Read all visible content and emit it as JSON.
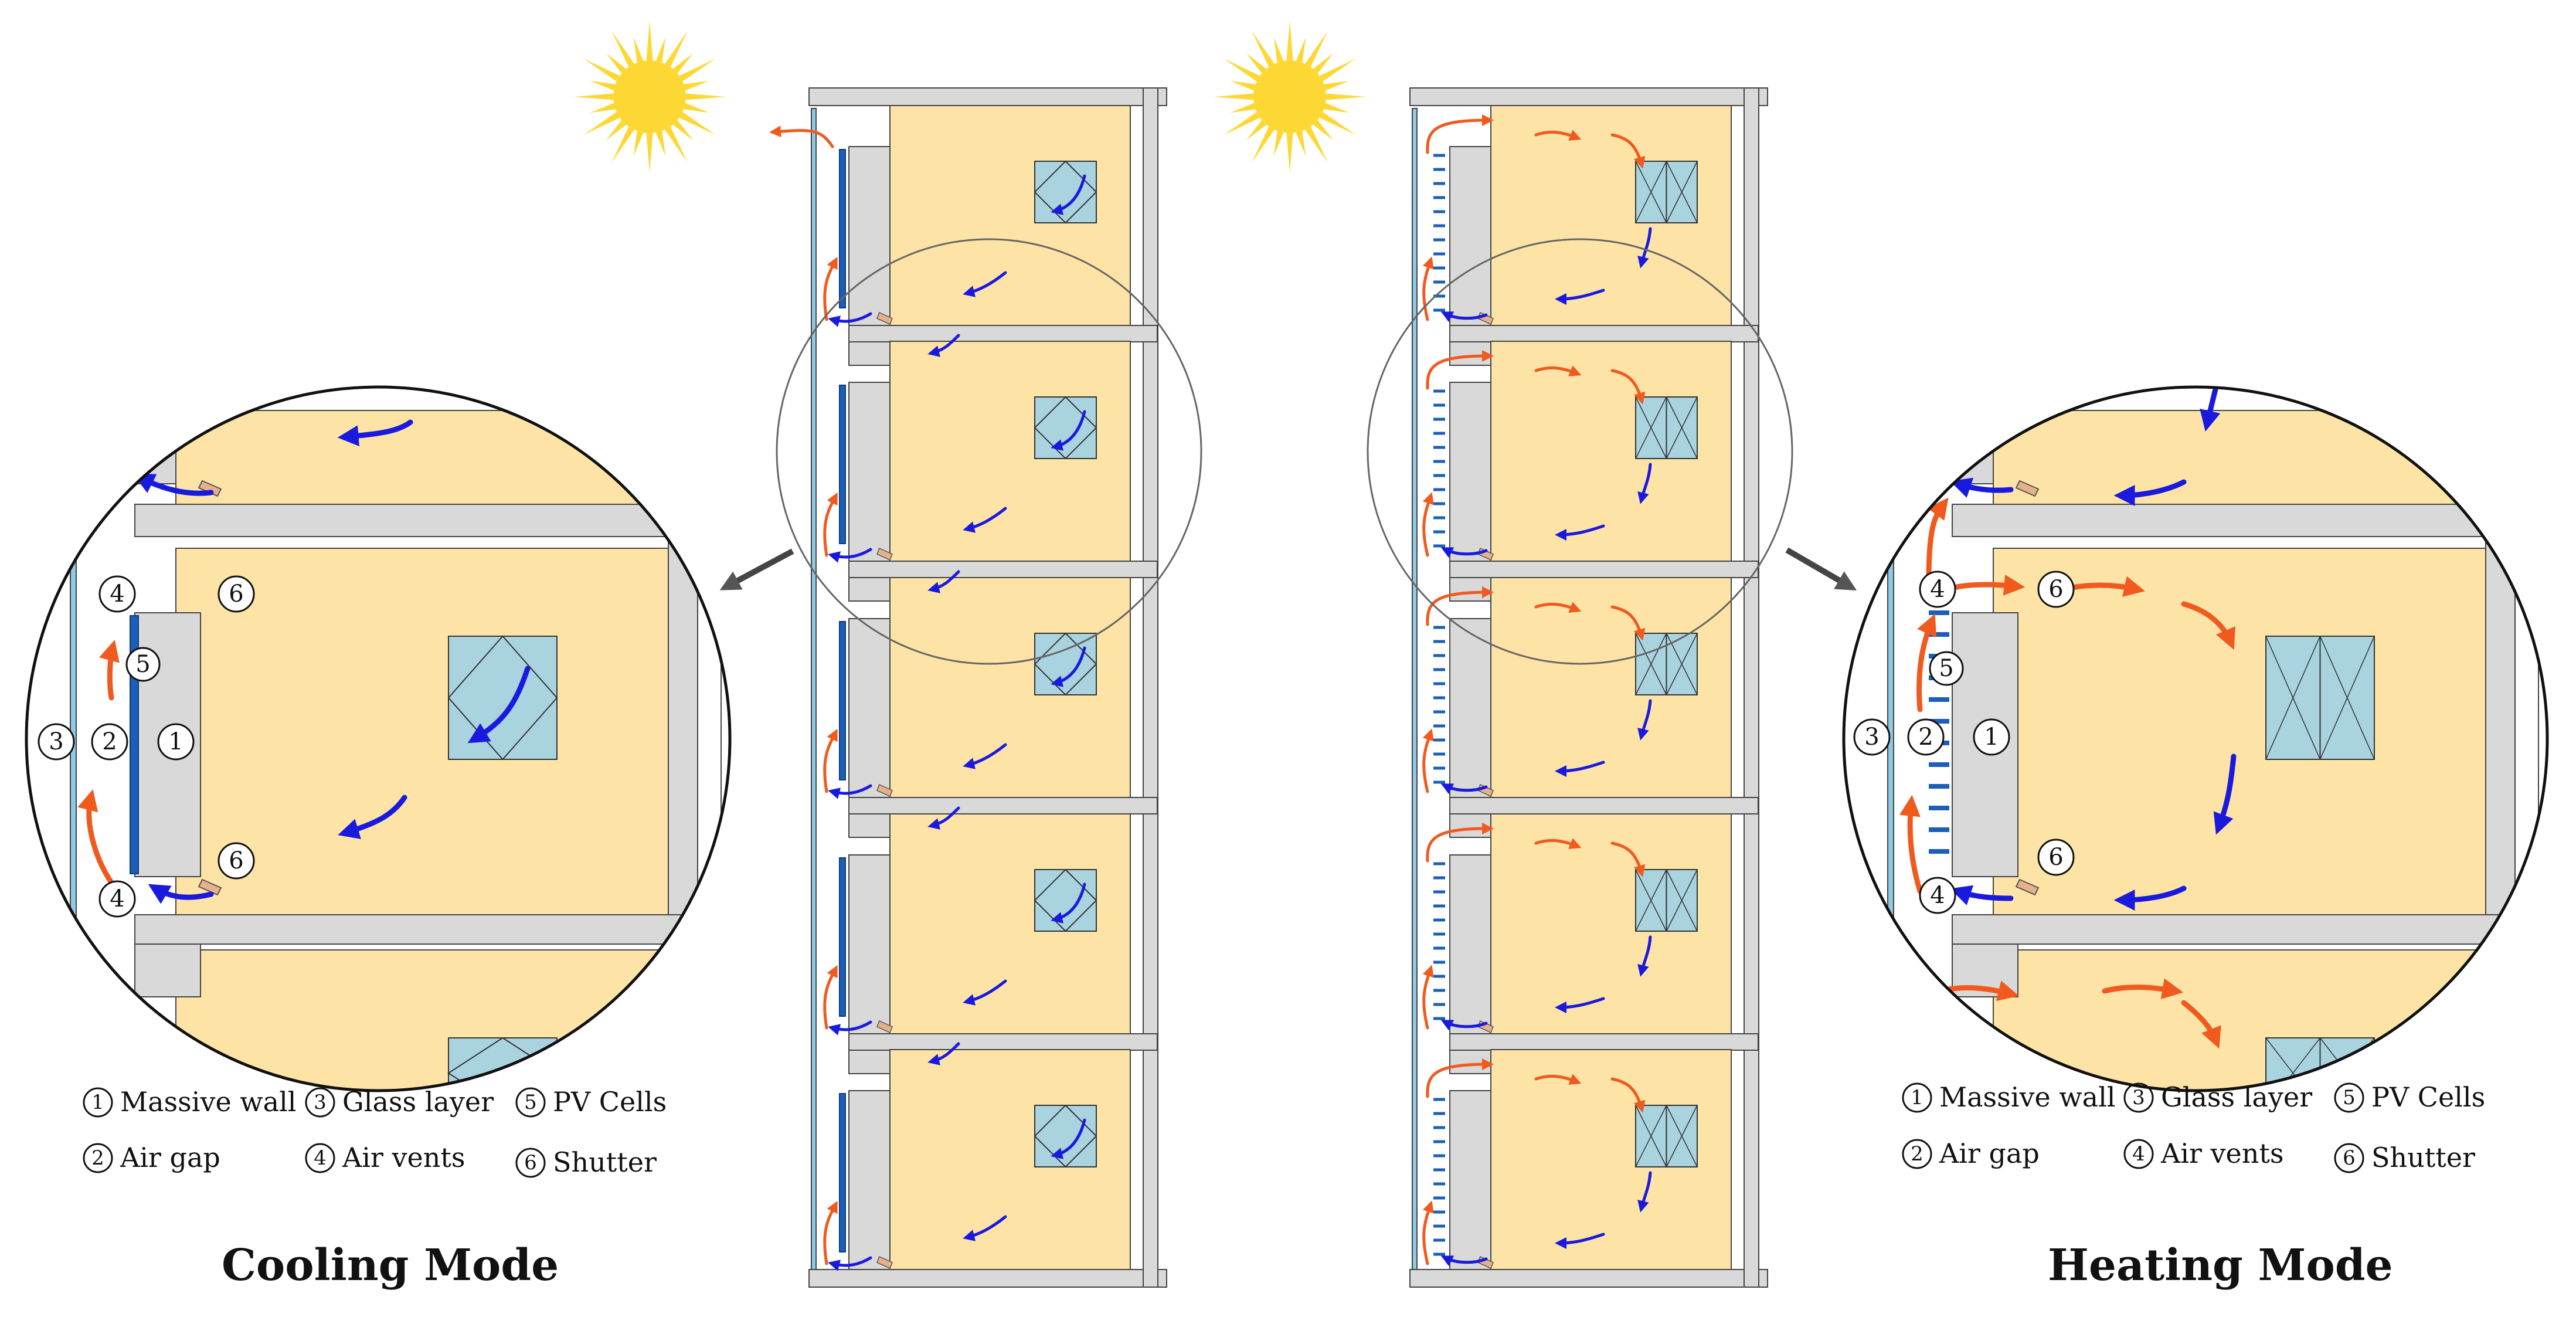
{
  "titles": {
    "cooling": "Cooling Mode",
    "heating": "Heating Mode"
  },
  "legend": [
    {
      "n": "1",
      "label": "Massive wall"
    },
    {
      "n": "2",
      "label": "Air gap"
    },
    {
      "n": "3",
      "label": "Glass layer"
    },
    {
      "n": "4",
      "label": "Air vents"
    },
    {
      "n": "5",
      "label": "PV Cells"
    },
    {
      "n": "6",
      "label": "Shutter"
    }
  ],
  "colors": {
    "room": "#fde4a6",
    "wall": "#d9d9d9",
    "glass": "#8ec9e6",
    "pv": "#1b5fb8",
    "window": "#a9d3df",
    "warm_air": "#f05a1e",
    "cool_air": "#1a1adf",
    "shutter": "#e6b18a",
    "sun": "#fdd835"
  },
  "icons": {
    "sun": "sun-icon",
    "pointer": "pointer-arrow-icon"
  }
}
